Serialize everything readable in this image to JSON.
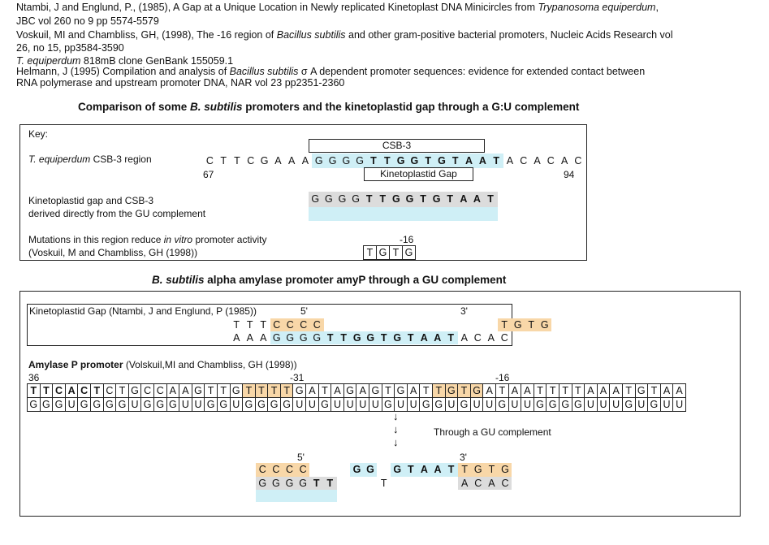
{
  "references": [
    {
      "pre": "Ntambi, J and Englund, P., (1985), A Gap at a Unique Location in Newly replicated Kinetoplast DNA Minicircles from ",
      "em": "Trypanosoma equiperdum",
      "post": ","
    },
    {
      "pre": "JBC vol 260 no 9 pp 5574-5579",
      "em": "",
      "post": ""
    },
    {
      "pre": "Voskuil, MI and Chambliss, GH, (1998), The -16 region of ",
      "em": "Bacillus subtilis",
      "post": " and other gram-positive bacterial promoters, Nucleic Acids Research vol"
    },
    {
      "pre": "26, no 15, pp3584-3590",
      "em": "",
      "post": ""
    },
    {
      "pre": "",
      "em": "T. equiperdum",
      "post": " 818mB clone GenBank 155059.1"
    },
    {
      "pre": "Helmann, J (1995) Compilation and analysis of ",
      "em": "Bacillus subtilis",
      "post": " σ A dependent promoter sequences: evidence for extended contact between"
    },
    {
      "pre": "RNA polymerase and upstream promoter DNA, NAR vol 23 pp2351-2360",
      "em": "",
      "post": ""
    }
  ],
  "section1": {
    "title_pre": "Comparison of some ",
    "title_em": "B. subtilis",
    "title_post": " promoters and the kinetoplastid gap through a G:U complement",
    "key": "Key:",
    "row1_label_em": "T. equiperdum",
    "row1_label_post": " CSB-3 region",
    "csb3": "CSB-3",
    "kgap": "Kinetoplastid Gap",
    "seq1": [
      {
        "t": "C"
      },
      {
        "t": "T"
      },
      {
        "t": "T"
      },
      {
        "t": "C"
      },
      {
        "t": "G"
      },
      {
        "t": "A"
      },
      {
        "t": "A"
      },
      {
        "t": "A"
      },
      {
        "t": "G",
        "c": "bl"
      },
      {
        "t": "G",
        "c": "bl"
      },
      {
        "t": "G",
        "c": "bl"
      },
      {
        "t": "G",
        "c": "bl"
      },
      {
        "t": "T",
        "c": "bl",
        "b": 1
      },
      {
        "t": "T",
        "c": "bl",
        "b": 1
      },
      {
        "t": "G",
        "c": "bl",
        "b": 1
      },
      {
        "t": "G",
        "c": "bl",
        "b": 1
      },
      {
        "t": "T",
        "c": "bl",
        "b": 1
      },
      {
        "t": "G",
        "c": "bl",
        "b": 1
      },
      {
        "t": "T",
        "c": "bl",
        "b": 1
      },
      {
        "t": "A",
        "c": "bl",
        "b": 1
      },
      {
        "t": "A",
        "c": "bl",
        "b": 1
      },
      {
        "t": "T",
        "c": "bl",
        "b": 1
      },
      {
        "t": "A"
      },
      {
        "t": "C"
      },
      {
        "t": "A"
      },
      {
        "t": "C"
      },
      {
        "t": "A"
      },
      {
        "t": "C"
      }
    ],
    "n67": "67",
    "n94": "94",
    "row2_line1": "Kinetoplastid gap and CSB-3",
    "row2_line2": "derived directly from the GU complement",
    "seq2": [
      {
        "t": "G"
      },
      {
        "t": "G"
      },
      {
        "t": "G"
      },
      {
        "t": "G"
      },
      {
        "t": "T",
        "b": 1
      },
      {
        "t": "T",
        "b": 1
      },
      {
        "t": "G",
        "b": 1
      },
      {
        "t": "G",
        "b": 1
      },
      {
        "t": "T",
        "b": 1
      },
      {
        "t": "G",
        "b": 1
      },
      {
        "t": "T",
        "b": 1
      },
      {
        "t": "A",
        "b": 1
      },
      {
        "t": "A",
        "b": 1
      },
      {
        "t": "T",
        "b": 1
      }
    ],
    "row3_pre": "Mutations in this region reduce ",
    "row3_em": "in vitro",
    "row3_post": " promoter activity",
    "row3_line2": "(Voskuil, M and Chambliss, GH (1998))",
    "minus16": "-16",
    "tgtg": [
      "T",
      "G",
      "T",
      "G"
    ]
  },
  "section2": {
    "title_em": "B. subtilis",
    "title_post": " alpha amylase promoter amyP through a GU complement",
    "kgap_label": "Kinetoplastid Gap (Ntambi, J and Englund, P (1985))",
    "five": "5'",
    "three": "3'",
    "top_row": [
      {
        "t": "T"
      },
      {
        "t": "T"
      },
      {
        "t": "T"
      },
      {
        "t": "C",
        "c": "or"
      },
      {
        "t": "C",
        "c": "or"
      },
      {
        "t": "C",
        "c": "or"
      },
      {
        "t": "C",
        "c": "or"
      },
      {
        "t": ""
      },
      {
        "t": ""
      },
      {
        "t": ""
      },
      {
        "t": ""
      },
      {
        "t": ""
      },
      {
        "t": ""
      },
      {
        "t": ""
      },
      {
        "t": ""
      },
      {
        "t": ""
      },
      {
        "t": ""
      },
      {
        "t": ""
      },
      {
        "t": ""
      },
      {
        "t": ""
      },
      {
        "t": "T",
        "c": "or"
      },
      {
        "t": "G",
        "c": "or"
      },
      {
        "t": "T",
        "c": "or"
      },
      {
        "t": "G",
        "c": "or"
      }
    ],
    "bot_row": [
      {
        "t": "A"
      },
      {
        "t": "A"
      },
      {
        "t": "A"
      },
      {
        "t": "G",
        "c": "bl"
      },
      {
        "t": "G",
        "c": "bl"
      },
      {
        "t": "G",
        "c": "bl"
      },
      {
        "t": "G",
        "c": "bl"
      },
      {
        "t": "T",
        "c": "bl",
        "b": 1
      },
      {
        "t": "T",
        "c": "bl",
        "b": 1
      },
      {
        "t": "G",
        "c": "bl",
        "b": 1
      },
      {
        "t": "G",
        "c": "bl",
        "b": 1
      },
      {
        "t": "T",
        "c": "bl",
        "b": 1
      },
      {
        "t": "G",
        "c": "bl",
        "b": 1
      },
      {
        "t": "T",
        "c": "bl",
        "b": 1
      },
      {
        "t": "A",
        "c": "bl",
        "b": 1
      },
      {
        "t": "A",
        "c": "bl",
        "b": 1
      },
      {
        "t": "T",
        "c": "bl",
        "b": 1
      },
      {
        "t": "A"
      },
      {
        "t": "C"
      },
      {
        "t": "A"
      },
      {
        "t": "C"
      }
    ],
    "amy_label_b": "Amylase P promoter",
    "amy_label_post": " (Volskuil,MI and Chambliss, GH (1998))",
    "n36": "36",
    "n31": "-31",
    "n16": "-16",
    "amy_top": [
      {
        "t": "T",
        "b": 1
      },
      {
        "t": "T",
        "b": 1
      },
      {
        "t": "C",
        "b": 1
      },
      {
        "t": "A",
        "b": 1
      },
      {
        "t": "C",
        "b": 1
      },
      {
        "t": "T",
        "b": 1
      },
      {
        "t": "C"
      },
      {
        "t": "T"
      },
      {
        "t": "G"
      },
      {
        "t": "C"
      },
      {
        "t": "C"
      },
      {
        "t": "A"
      },
      {
        "t": "A"
      },
      {
        "t": "G"
      },
      {
        "t": "T"
      },
      {
        "t": "T"
      },
      {
        "t": "G"
      },
      {
        "t": "T",
        "c": "or"
      },
      {
        "t": "T",
        "c": "or"
      },
      {
        "t": "T",
        "c": "or"
      },
      {
        "t": "T",
        "c": "or"
      },
      {
        "t": "G"
      },
      {
        "t": "A"
      },
      {
        "t": "T"
      },
      {
        "t": "A"
      },
      {
        "t": "G"
      },
      {
        "t": "A"
      },
      {
        "t": "G"
      },
      {
        "t": "T"
      },
      {
        "t": "G"
      },
      {
        "t": "A"
      },
      {
        "t": "T"
      },
      {
        "t": "T",
        "c": "or"
      },
      {
        "t": "G",
        "c": "or"
      },
      {
        "t": "T",
        "c": "or"
      },
      {
        "t": "G",
        "c": "or"
      },
      {
        "t": "A"
      },
      {
        "t": "T"
      },
      {
        "t": "A"
      },
      {
        "t": "A"
      },
      {
        "t": "T"
      },
      {
        "t": "T"
      },
      {
        "t": "T"
      },
      {
        "t": "T"
      },
      {
        "t": "A"
      },
      {
        "t": "A"
      },
      {
        "t": "A"
      },
      {
        "t": "T"
      },
      {
        "t": "G"
      },
      {
        "t": "T"
      },
      {
        "t": "A"
      },
      {
        "t": "A"
      }
    ],
    "amy_bot": [
      "G",
      "G",
      "G",
      "U",
      "G",
      "G",
      "G",
      "G",
      "U",
      "G",
      "G",
      "G",
      "U",
      "U",
      "G",
      "G",
      "U",
      "G",
      "G",
      "G",
      "G",
      "U",
      "U",
      "G",
      "U",
      "U",
      "U",
      "U",
      "G",
      "U",
      "U",
      "G",
      "G",
      "U",
      "G",
      "U",
      "U",
      "G",
      "U",
      "U",
      "G",
      "G",
      "G",
      "G",
      "U",
      "U",
      "U",
      "G",
      "U",
      "G",
      "U",
      "U"
    ],
    "arrows": [
      "↓",
      "↓",
      "↓"
    ],
    "through": "Through a GU complement",
    "res_five": "5'",
    "res_three": "3'",
    "res_top": [
      {
        "t": "C",
        "c": "or"
      },
      {
        "t": "C",
        "c": "or"
      },
      {
        "t": "C",
        "c": "or"
      },
      {
        "t": "C",
        "c": "or"
      },
      {
        "t": ""
      },
      {
        "t": ""
      },
      {
        "t": ""
      },
      {
        "t": "G",
        "c": "bl",
        "b": 1
      },
      {
        "t": "G",
        "c": "bl",
        "b": 1
      },
      {
        "t": ""
      },
      {
        "t": "G",
        "c": "bl",
        "b": 1
      },
      {
        "t": "T",
        "c": "bl",
        "b": 1
      },
      {
        "t": "A",
        "c": "bl",
        "b": 1
      },
      {
        "t": "A",
        "c": "bl",
        "b": 1
      },
      {
        "t": "T",
        "c": "bl",
        "b": 1
      },
      {
        "t": "T",
        "c": "or"
      },
      {
        "t": "G",
        "c": "or"
      },
      {
        "t": "T",
        "c": "or"
      },
      {
        "t": "G",
        "c": "or"
      }
    ],
    "res_bot": [
      {
        "t": "G",
        "c": "gr"
      },
      {
        "t": "G",
        "c": "gr"
      },
      {
        "t": "G",
        "c": "gr"
      },
      {
        "t": "G",
        "c": "gr"
      },
      {
        "t": "T",
        "c": "gr",
        "b": 1
      },
      {
        "t": "T",
        "c": "gr",
        "b": 1
      },
      {
        "t": ""
      },
      {
        "t": ""
      },
      {
        "t": ""
      },
      {
        "t": "T"
      },
      {
        "t": ""
      },
      {
        "t": ""
      },
      {
        "t": ""
      },
      {
        "t": ""
      },
      {
        "t": ""
      },
      {
        "t": "A",
        "c": "gr"
      },
      {
        "t": "C",
        "c": "gr"
      },
      {
        "t": "A",
        "c": "gr"
      },
      {
        "t": "C",
        "c": "gr"
      }
    ]
  }
}
